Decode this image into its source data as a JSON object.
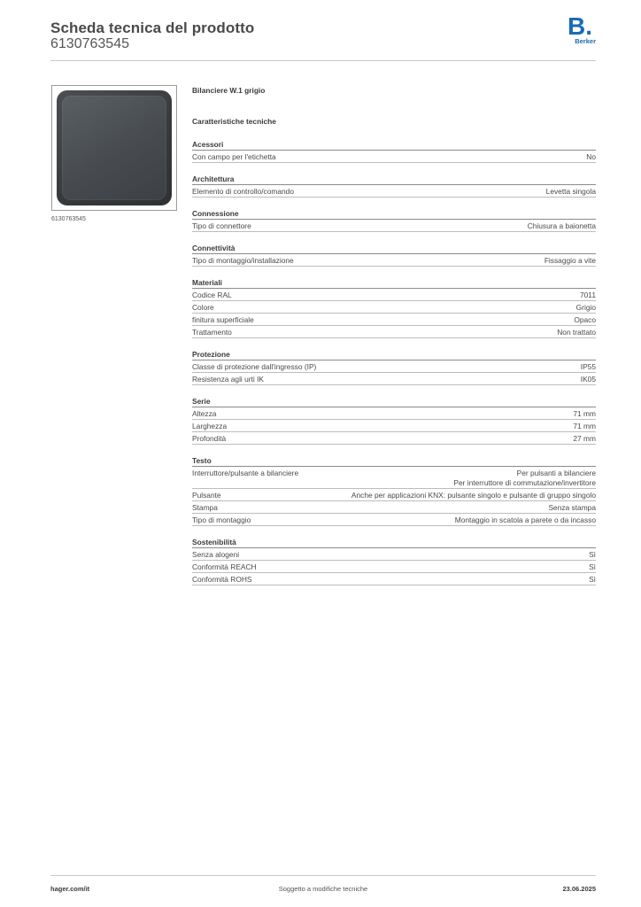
{
  "header": {
    "title": "Scheda tecnica del prodotto",
    "product_code": "6130763545",
    "brand_letter": "B.",
    "brand_name": "Berker",
    "brand_color": "#1a6bb3"
  },
  "image": {
    "caption": "6130763545"
  },
  "product": {
    "name": "Bilanciere W.1 grigio",
    "tech_heading": "Caratteristiche tecniche"
  },
  "sections": [
    {
      "title": "Acessori",
      "rows": [
        {
          "k": "Con campo per l'etichetta",
          "v": "No"
        }
      ]
    },
    {
      "title": "Architettura",
      "rows": [
        {
          "k": "Elemento di controllo/comando",
          "v": "Levetta singola"
        }
      ]
    },
    {
      "title": "Connessione",
      "rows": [
        {
          "k": "Tipo di connettore",
          "v": "Chiusura a baionetta"
        }
      ]
    },
    {
      "title": "Connettività",
      "rows": [
        {
          "k": "Tipo di montaggio/installazione",
          "v": "Fissaggio a vite"
        }
      ]
    },
    {
      "title": "Materiali",
      "rows": [
        {
          "k": "Codice RAL",
          "v": "7011"
        },
        {
          "k": "Colore",
          "v": "Grigio"
        },
        {
          "k": "finitura superficiale",
          "v": "Opaco"
        },
        {
          "k": "Trattamento",
          "v": "Non trattato"
        }
      ]
    },
    {
      "title": "Protezione",
      "rows": [
        {
          "k": "Classe di protezione dall'ingresso (IP)",
          "v": "IP55"
        },
        {
          "k": "Resistenza agli urti IK",
          "v": "IK05"
        }
      ]
    },
    {
      "title": "Serie",
      "rows": [
        {
          "k": "Altezza",
          "v": "71 mm"
        },
        {
          "k": "Larghezza",
          "v": "71 mm"
        },
        {
          "k": "Profondità",
          "v": "27 mm"
        }
      ]
    },
    {
      "title": "Testo",
      "rows": [
        {
          "k": "Interruttore/pulsante a bilanciere",
          "v": "Per pulsanti a bilanciere\nPer interruttore di commutazione/invertitore"
        },
        {
          "k": "Pulsante",
          "v": "Anche per applicazioni KNX: pulsante singolo e pulsante di gruppo singolo"
        },
        {
          "k": "Stampa",
          "v": "Senza stampa"
        },
        {
          "k": "Tipo di montaggio",
          "v": "Montaggio in scatola a parete o da incasso"
        }
      ]
    },
    {
      "title": "Sostenibilità",
      "rows": [
        {
          "k": "Senza alogeni",
          "v": "Sì"
        },
        {
          "k": "Conformità REACH",
          "v": "Sì"
        },
        {
          "k": "Conformità ROHS",
          "v": "Sì"
        }
      ]
    }
  ],
  "footer": {
    "website": "hager.com/it",
    "notice": "Soggetto a modifiche tecniche",
    "date": "23.06.2025"
  }
}
